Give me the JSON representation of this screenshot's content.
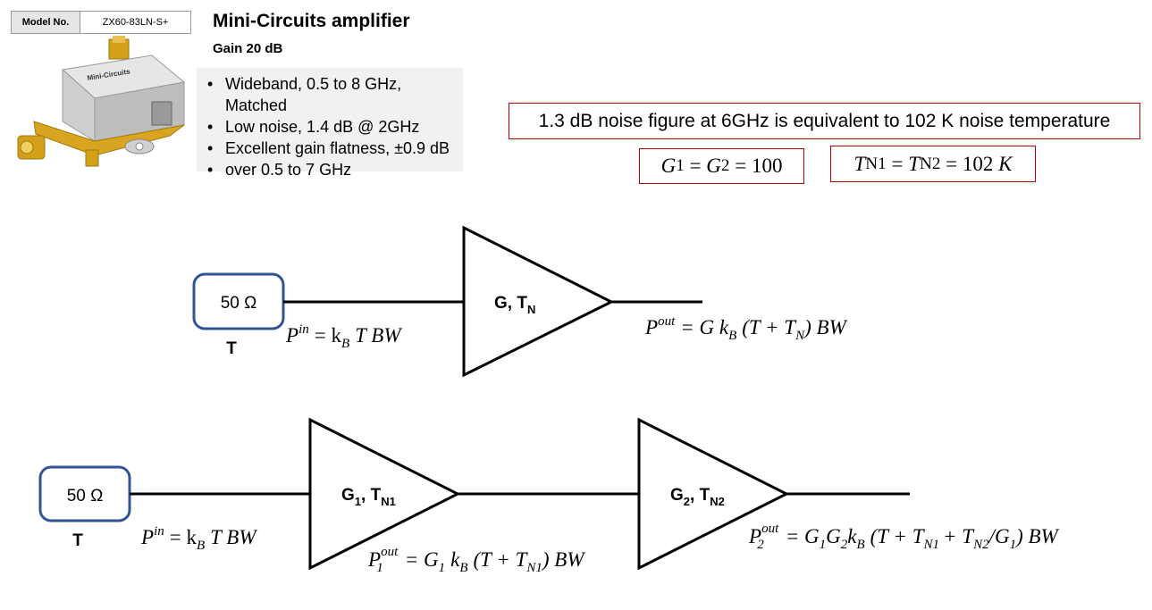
{
  "product": {
    "model_label": "Model No.",
    "model_value": "ZX60-83LN-S+",
    "title": "Mini-Circuits amplifier",
    "gain": "Gain 20 dB",
    "device_brand": "Mini-Circuits",
    "features": [
      "Wideband, 0.5 to 8 GHz, Matched",
      "Low noise, 1.4 dB @ 2GHz",
      "Excellent gain flatness, ±0.9 dB",
      "over 0.5 to 7 GHz"
    ]
  },
  "notes": {
    "main": "1.3 dB noise figure at 6GHz is equivalent to 102 K noise temperature",
    "gains_eq": {
      "g1": "G",
      "s1": "1",
      "eq1": "=",
      "g2": "G",
      "s2": "2",
      "eq2": "=",
      "val": "100"
    },
    "temps_eq": {
      "t1": "T",
      "s1": "N1",
      "eq1": "=",
      "t2": "T",
      "s2": "N2",
      "eq2": "=",
      "val": "102",
      "unit": "K"
    }
  },
  "single_stage": {
    "resistor": "50 Ω",
    "temp_label": "T",
    "amp_label": {
      "main": "G, T",
      "sub": "N"
    },
    "pin": {
      "p": "P",
      "sup": "in",
      "rhs": "= k",
      "sub": "B",
      "rest": "T BW"
    },
    "pout": {
      "p": "P",
      "sup": "out",
      "rhs": "= G k",
      "sub": "B",
      "paren": "(T + T",
      "psub": "N",
      "tail": ") BW"
    }
  },
  "two_stage": {
    "resistor": "50 Ω",
    "temp_label": "T",
    "amp1_label": {
      "g": "G",
      "gs": "1",
      "t": ", T",
      "ts": "N1"
    },
    "amp2_label": {
      "g": "G",
      "gs": "2",
      "t": ", T",
      "ts": "N2"
    },
    "pin": {
      "p": "P",
      "sup": "in",
      "rhs": "= k",
      "sub": "B",
      "rest": "T BW"
    },
    "pout1": {
      "p": "P",
      "sub1": "1",
      "sup": "out",
      "rhs": "= G",
      "gsub": "1",
      "k": "k",
      "ksub": "B",
      "paren": "(T + T",
      "psub": "N1",
      "tail": ") BW"
    },
    "pout2": {
      "p": "P",
      "sub1": "2",
      "sup": "out",
      "rhs": "= G",
      "g1sub": "1",
      "g2": "G",
      "g2sub": "2",
      "k": "k",
      "ksub": "B",
      "paren": "(T + T",
      "t1sub": "N1",
      "plus": "+ T",
      "t2sub": "N2",
      "div": "/G",
      "divsub": "1",
      "tail": ") BW"
    }
  },
  "colors": {
    "resistor_border": "#2f5597",
    "note_border": "#c00000",
    "brass": "#d4a017"
  }
}
